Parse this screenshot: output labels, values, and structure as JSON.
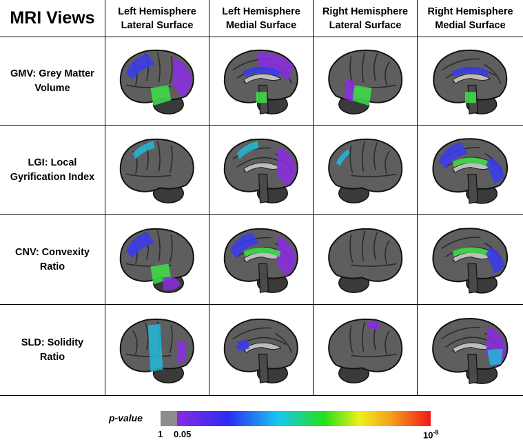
{
  "title": "MRI Views",
  "columns": [
    {
      "line1": "Left Hemisphere",
      "line2": "Lateral Surface"
    },
    {
      "line1": "Left Hemisphere",
      "line2": "Medial Surface"
    },
    {
      "line1": "Right Hemisphere",
      "line2": "Lateral Surface"
    },
    {
      "line1": "Right Hemisphere",
      "line2": "Medial Surface"
    }
  ],
  "rows": [
    {
      "line1": "GMV: Grey Matter",
      "line2": "Volume"
    },
    {
      "line1": "LGI: Local",
      "line2": "Gyrification Index"
    },
    {
      "line1": "CNV: Convexity",
      "line2": "Ratio"
    },
    {
      "line1": "SLD: Solidity",
      "line2": "Ratio"
    }
  ],
  "legend": {
    "label": "p-value",
    "tick_left": "1",
    "tick_mid": "0.05",
    "tick_right": "10",
    "tick_right_exp": "-8"
  },
  "colors": {
    "purple": "#8a2be2",
    "blue": "#3a3af0",
    "cyan": "#22b8d8",
    "green": "#3ee04a",
    "gray": "#8c8c8c"
  },
  "overlays": [
    [
      "purple-occipital+blue-frontal+green-temporal",
      "purple-medial-frontal+blue-cingulate+green-brainstem",
      "green-temporal+purple-temporal",
      "blue-cingulate+green-brainstem"
    ],
    [
      "cyan-frontal",
      "purple-occipital+cyan-frontal",
      "cyan-frontal-small",
      "blue-frontal+green-cingulate+blue-occipital"
    ],
    [
      "blue-frontal+green-temporal+purple-cerebellum",
      "purple-occipital+blue-frontal+green-cingulate",
      "none",
      "green-cingulate+blue-occipital"
    ],
    [
      "cyan-central+purple-frontal",
      "blue-frontal-small",
      "purple-parietal-small",
      "purple-occipital+cyan-occipital"
    ]
  ]
}
